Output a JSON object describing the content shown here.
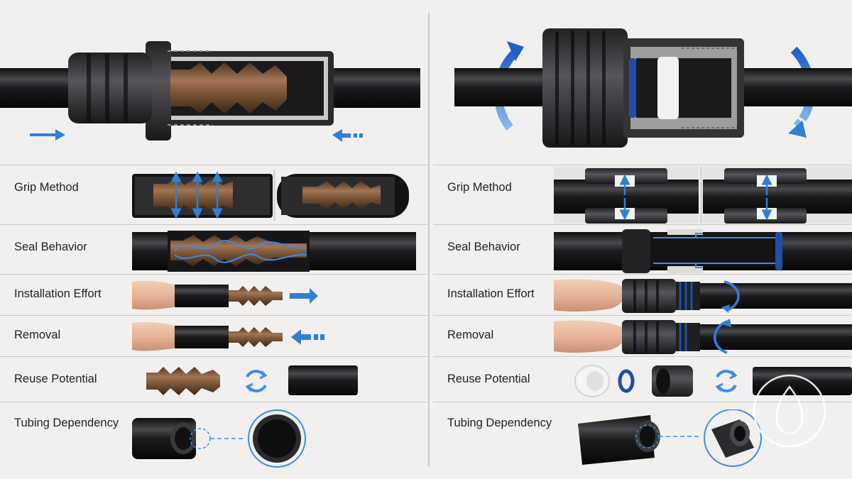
{
  "left": {
    "rows": [
      {
        "label": "Grip Method"
      },
      {
        "label": "Seal Behavior"
      },
      {
        "label": "Installation Effort"
      },
      {
        "label": "Removal"
      },
      {
        "label": "Reuse Potential"
      },
      {
        "label": "Tubing Dependency"
      }
    ]
  },
  "right": {
    "rows": [
      {
        "label": "Grip Method"
      },
      {
        "label": "Seal Behavior"
      },
      {
        "label": "Installation Effort"
      },
      {
        "label": "Removal"
      },
      {
        "label": "Reuse Potential"
      },
      {
        "label": "Tubing Dependency"
      }
    ]
  },
  "colors": {
    "background": "#f1f0ee",
    "tubing": "#1b1b1d",
    "barb": "#7a5436",
    "accent_blue": "#2f7fd6",
    "seal_ring": "#1d4fa8",
    "divider": "#c8c8c6"
  },
  "icons": [
    "arrow-right-icon",
    "arrow-left-dashed-icon",
    "rotate-arrows-icon",
    "recycle-arrows-icon",
    "watermark-drop-icon"
  ]
}
